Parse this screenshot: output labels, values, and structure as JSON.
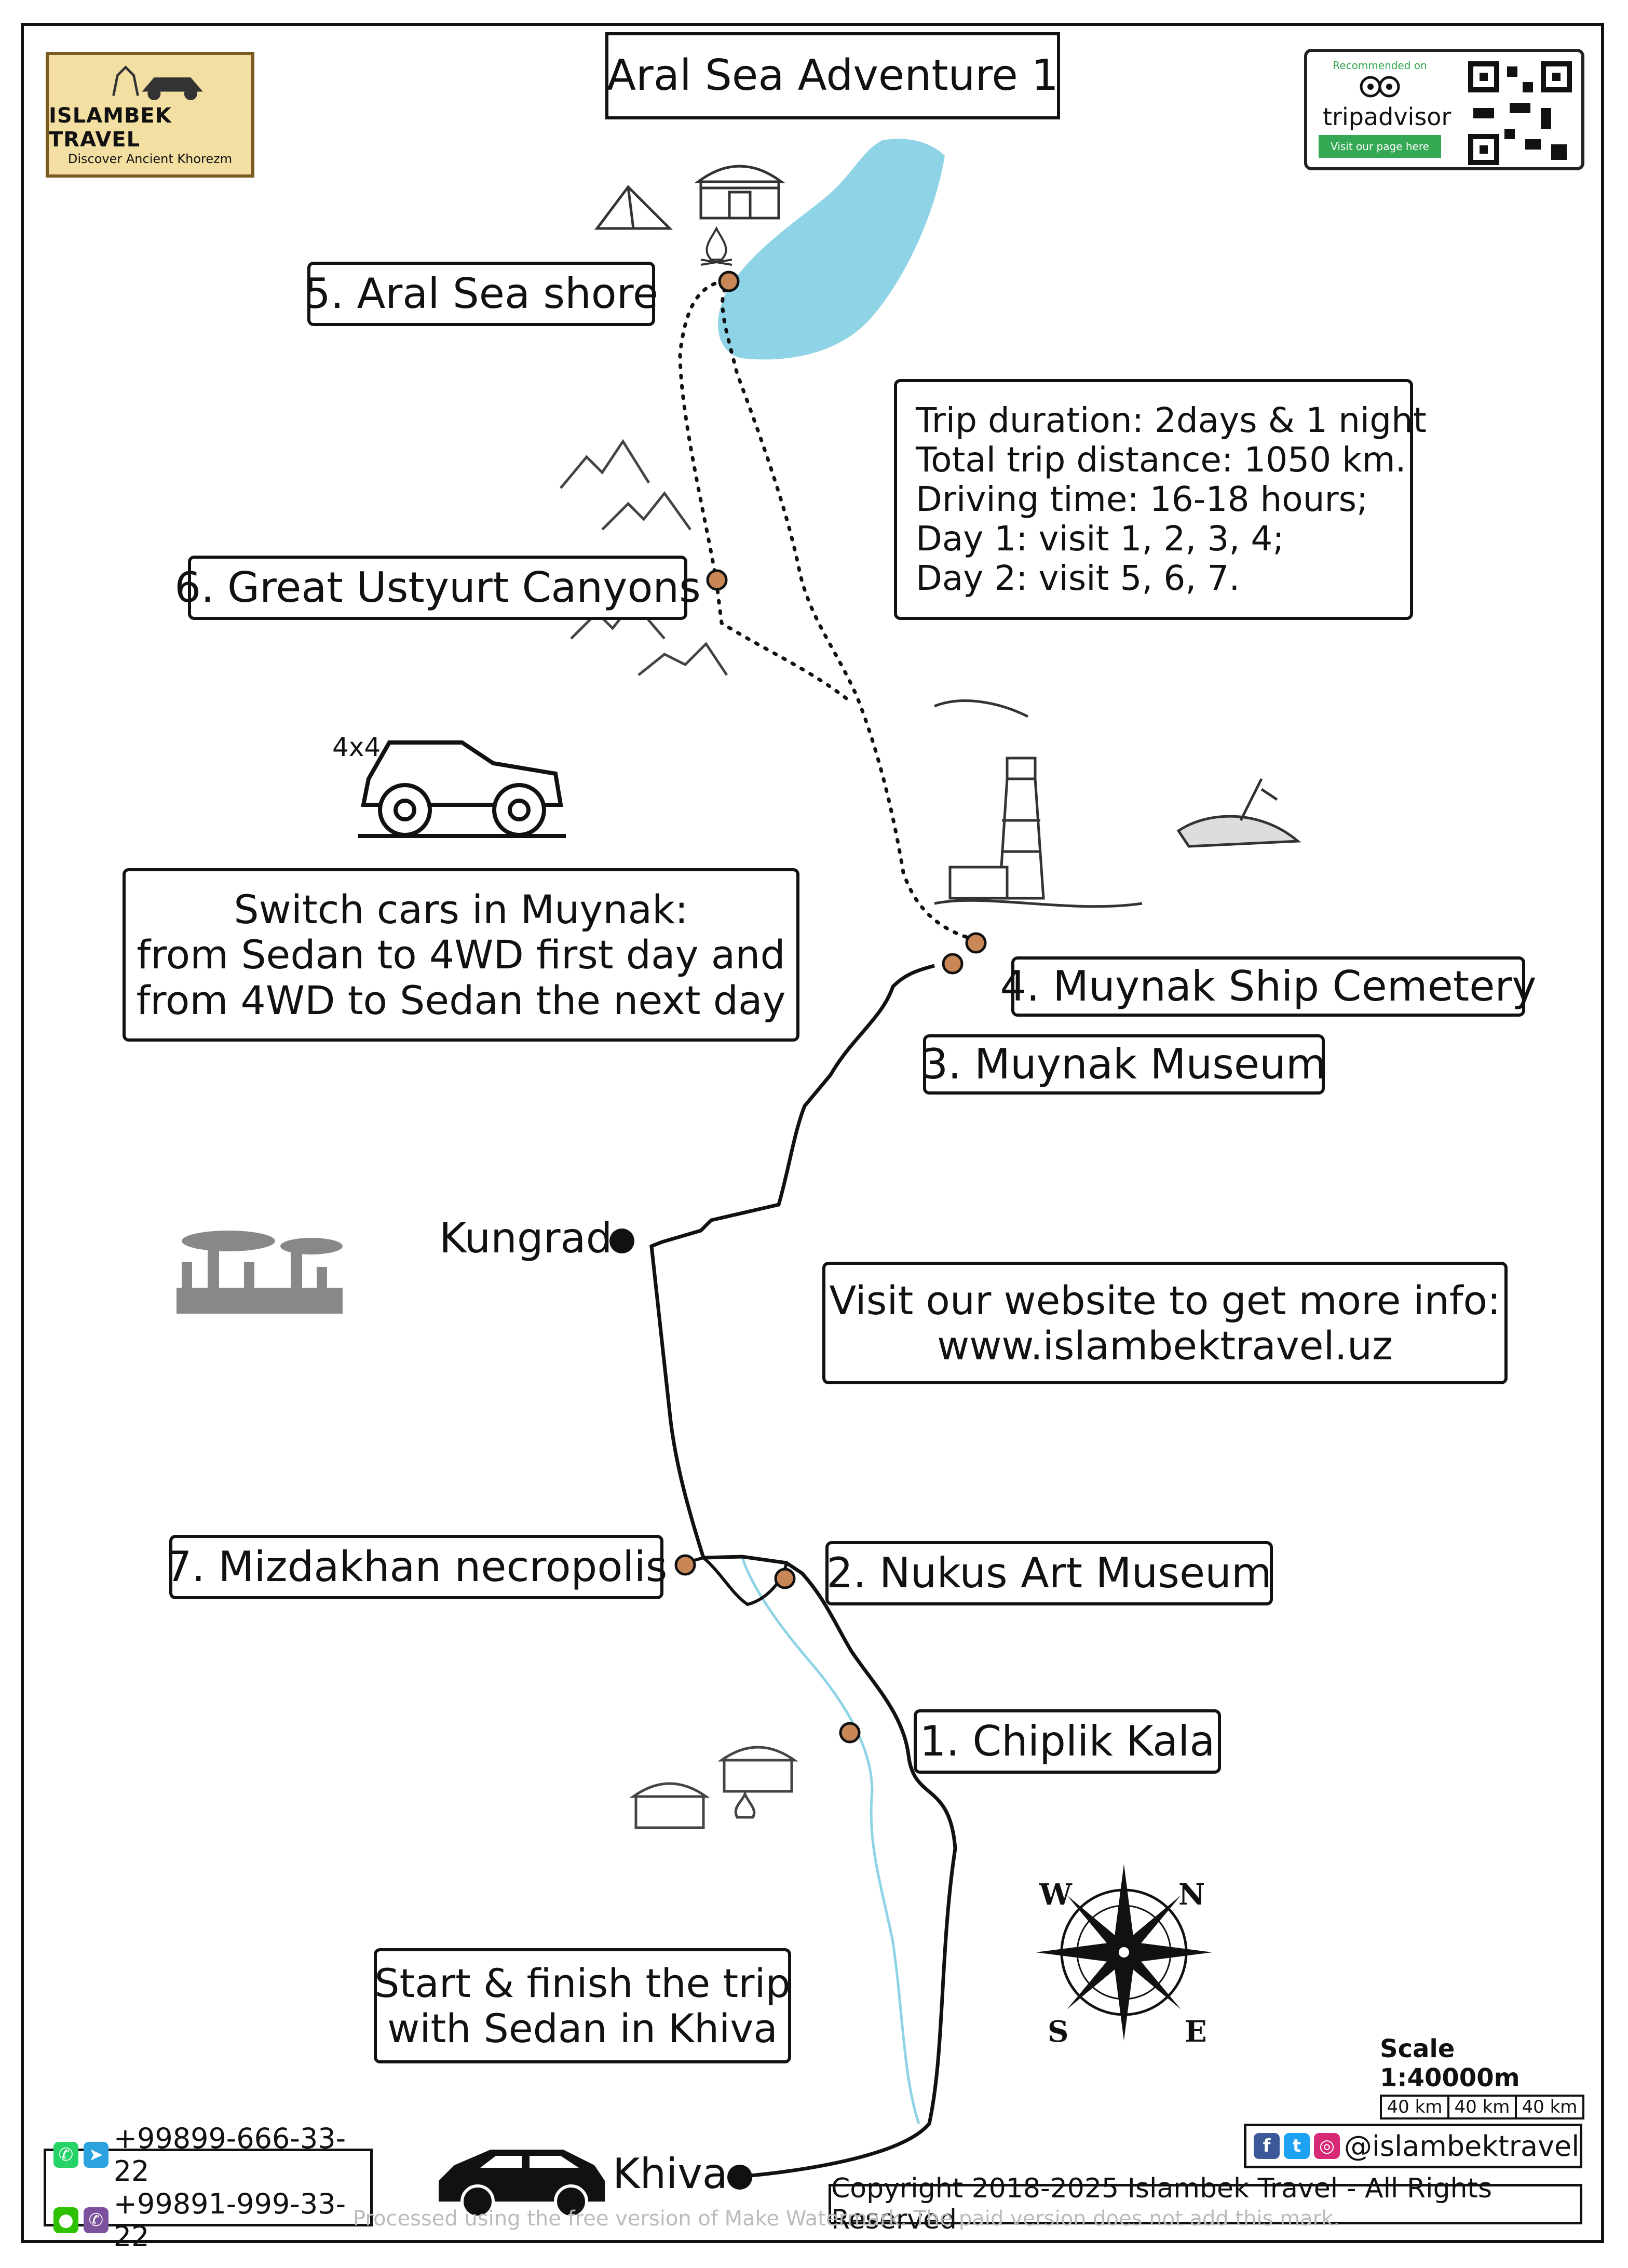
{
  "title": "Aral Sea Adventure 1",
  "brand": {
    "name": "ISLAMBEK TRAVEL",
    "tagline": "Discover Ancient Khorezm"
  },
  "tripadvisor": {
    "recommended": "Recommended on",
    "name": "tripadvisor",
    "visit": "Visit our page here"
  },
  "stops": {
    "aral_sea_shore": "5. Aral Sea shore",
    "ustyurt": "6. Great Ustyurt Canyons",
    "ship_cemetery": "4. Muynak Ship Cemetery",
    "muynak_museum": "3. Muynak Museum",
    "mizdakhan": "7. Mizdakhan necropolis",
    "nukus": "2. Nukus Art Museum",
    "chiplik": "1. Chiplik Kala"
  },
  "places": {
    "kungrad": "Kungrad",
    "khiva": "Khiva"
  },
  "trip_info": [
    "Trip duration: 2days & 1 night",
    "Total trip distance: 1050 km.",
    "Driving time: 16-18 hours;",
    "Day 1: visit 1, 2, 3, 4;",
    "Day 2: visit 5, 6, 7."
  ],
  "switch_cars": [
    "Switch cars in Muynak:",
    "from Sedan to 4WD first day and",
    "from 4WD to Sedan the next day"
  ],
  "website": [
    "Visit our website to get more info:",
    "www.islambektravel.uz"
  ],
  "start_finish": [
    "Start & finish the trip",
    "with Sedan in Khiva"
  ],
  "vehicle_badge": "4x4",
  "compass": {
    "n": "N",
    "w": "W",
    "s": "S",
    "e": "E"
  },
  "scale": {
    "label": "Scale 1:40000m",
    "segments": [
      "40 km",
      "40 km",
      "40 km"
    ]
  },
  "contacts": [
    "+99899-666-33-22",
    "+99891-999-33-22"
  ],
  "social_handle": "@islambektravel",
  "copyright": "Copyright 2018-2025 Islambek Travel - All Rights Reserved",
  "processed_note": "Processed using the free version of Make Watermark. The paid version does not add this mark.",
  "icons": [
    "camel-car-logo",
    "tripadvisor-owl-icon",
    "qr-code-icon",
    "yurt-icon",
    "tent-icon",
    "campfire-icon",
    "mountain-icon",
    "lighthouse-icon",
    "shipwreck-icon",
    "jeep-4x4-icon",
    "factory-icon",
    "compass-rose-icon",
    "sedan-car-icon",
    "whatsapp-icon",
    "telegram-icon",
    "wechat-icon",
    "viber-icon",
    "facebook-icon",
    "twitter-icon",
    "instagram-icon"
  ],
  "colors": {
    "sea": "#8fd3e6",
    "stop_dot": "#c98757",
    "river": "#8fd3e6",
    "logo_bg": "#f3dfa2",
    "whatsapp": "#25d366",
    "telegram": "#2aa3df",
    "wechat": "#2dc100",
    "viber": "#7b519d",
    "facebook": "#3b5998",
    "twitter": "#1da1f2",
    "instagram": "#d62976"
  }
}
